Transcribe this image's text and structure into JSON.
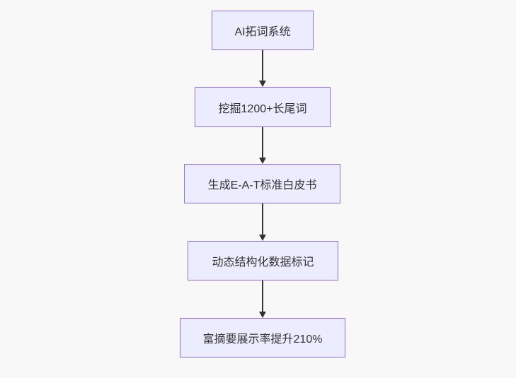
{
  "diagram": {
    "type": "flowchart",
    "direction": "top-down",
    "nodes": [
      {
        "label": "AI拓词系统"
      },
      {
        "label": "挖掘1200+长尾词"
      },
      {
        "label": "生成E-A-T标准白皮书"
      },
      {
        "label": "动态结构化数据标记"
      },
      {
        "label": "富摘要展示率提升210%"
      }
    ],
    "edges": [
      {
        "from": "AI拓词系统",
        "to": "挖掘1200+长尾词"
      },
      {
        "from": "挖掘1200+长尾词",
        "to": "生成E-A-T标准白皮书"
      },
      {
        "from": "生成E-A-T标准白皮书",
        "to": "动态结构化数据标记"
      },
      {
        "from": "动态结构化数据标记",
        "to": "富摘要展示率提升210%"
      }
    ],
    "colors": {
      "node_fill": "#ECECFF",
      "node_border": "#9370DB",
      "node_text": "#333333",
      "arrow": "#333333",
      "background": "#f8f8f8"
    }
  }
}
